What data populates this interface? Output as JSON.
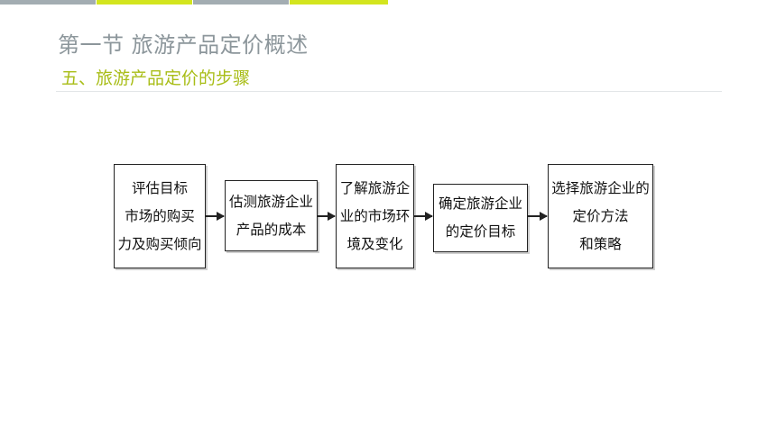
{
  "header": {
    "title": "第一节 旅游产品定价概述",
    "subtitle": "五、旅游产品定价的步骤"
  },
  "flow": {
    "steps": [
      "评估目标\n市场的购买\n力及购买倾向",
      "估测旅游企业\n产品的成本",
      "了解旅游企\n业的市场环\n境及变化",
      "确定旅游企业\n的定价目标",
      "选择旅游企业的\n定价方法\n和策略"
    ]
  },
  "colors": {
    "title": "#8c969b",
    "subtitle": "#a8bd16",
    "bar_gray": "#a3adb2",
    "bar_lime": "#d3e51e"
  }
}
